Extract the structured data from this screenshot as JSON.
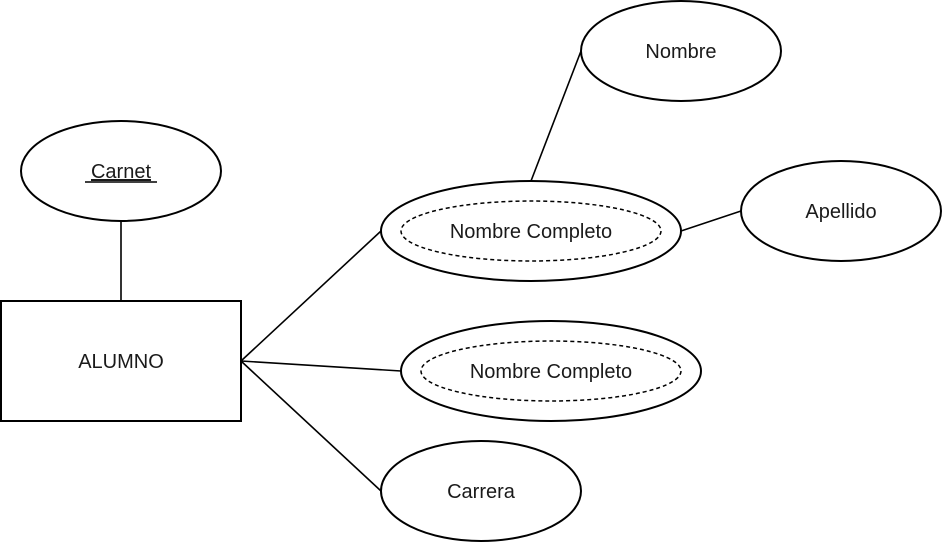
{
  "diagram": {
    "entity": {
      "label": "ALUMNO"
    },
    "attributes": {
      "carnet": "Carnet",
      "nombre_completo_1": "Nombre Completo",
      "nombre_completo_2": "Nombre Completo",
      "carrera": "Carrera",
      "nombre": "Nombre",
      "apellido": "Apellido"
    },
    "colors": {
      "stroke": "#000000",
      "fill": "#ffffff",
      "text": "#1a1a1a"
    }
  }
}
